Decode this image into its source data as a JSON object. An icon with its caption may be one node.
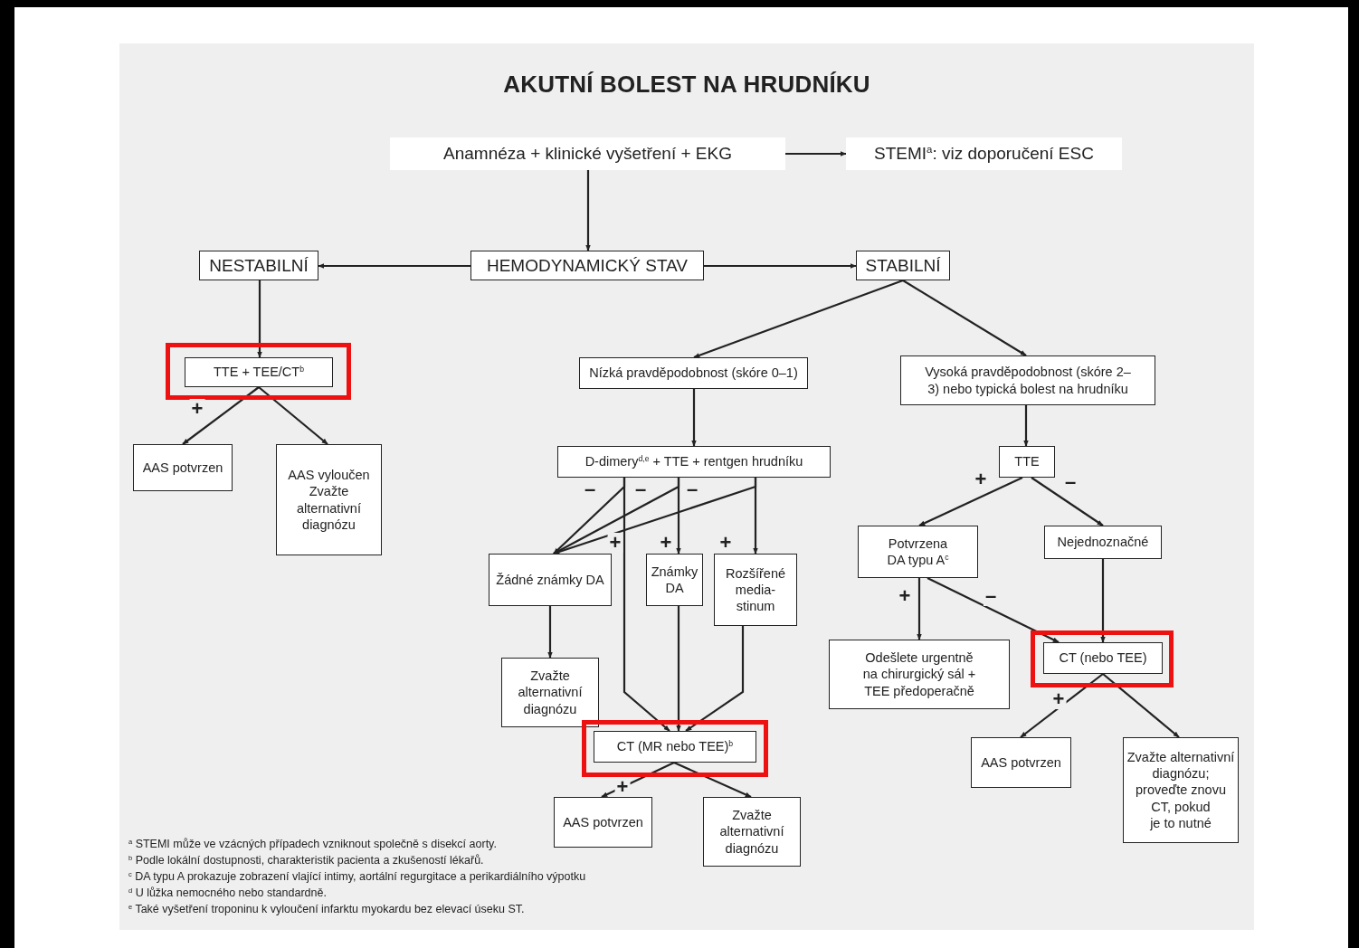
{
  "diagram": {
    "title": "AKUTNÍ BOLEST NA HRUDNÍKU",
    "nodes": [
      {
        "text": [
          "Anamnéza + klinické vyšetření + EKG"
        ]
      },
      {
        "text": [
          "STEMI$^{a}$: viz doporučení ESC"
        ]
      },
      {
        "text": [
          "NESTABILNÍ"
        ]
      },
      {
        "text": [
          "HEMODYNAMICKÝ STAV"
        ]
      },
      {
        "text": [
          "STABILNÍ"
        ]
      },
      {
        "text": [],
        "shape": "box"
      },
      {
        "text": [
          "TTE + TEE/CT$^{b}$"
        ],
        "in": 5
      },
      {
        "text": [
          "Nízká pravděpodobnost (skóre 0–1)"
        ]
      },
      {
        "text": [
          "Vysoká pravděpodobnost (skóre 2–3) nebo typická bolest na hrudníku"
        ]
      },
      {
        "text": [
          "AAS potvrzen"
        ]
      },
      {
        "text": [
          "AAS vyloučen",
          "Zvažte alternativní diagnózu"
        ]
      },
      {
        "text": [
          "D-dimery$^{d,e}$ + TTE + rentgen hrudníku"
        ]
      },
      {
        "text": [
          "TTE"
        ]
      },
      {
        "text": [
          "Žádné známky DA"
        ]
      },
      {
        "text": [
          "Známky DA"
        ]
      },
      {
        "text": [
          "Rozšířené media- stinum"
        ]
      },
      {
        "text": [
          "Potvrzena DA typu A$^{c}$"
        ]
      },
      {
        "text": [
          "Nejednoznačné"
        ]
      },
      {
        "text": [
          "Zvažte alternativní diagnózu"
        ]
      },
      {
        "text": [],
        "shape": "box"
      },
      {
        "text": [
          "CT (MR nebo TEE)$^{b}$"
        ],
        "in": 19
      },
      {
        "text": [
          "Odešlete urgentně na chirurgický sál + TEE předoperačně"
        ]
      },
      {
        "text": [],
        "shape": "box"
      },
      {
        "text": [
          "CT (nebo TEE)"
        ],
        "in": 22
      },
      {
        "text": [
          "AAS potvrzen"
        ]
      },
      {
        "text": [
          "Zvažte alternativní diagnózu"
        ]
      },
      {
        "text": [
          "AAS potvrzen"
        ]
      },
      {
        "text": [
          "Zvažte alternativní diagnózu; proveďte znovu CT, pokud je to nutné"
        ]
      }
    ],
    "edges": [
      {
        "from": 0,
        "to": 1,
        "arrow": "to"
      },
      {
        "from": 0,
        "to": 3,
        "arrow": "to"
      },
      {
        "from": 3,
        "to": 2,
        "arrow": "to"
      },
      {
        "from": 3,
        "to": 4,
        "arrow": "to"
      },
      {
        "from": 2,
        "to": 6,
        "arrow": "to"
      },
      {
        "from": 4,
        "to": 7,
        "arrow": "to"
      },
      {
        "from": 4,
        "to": 8,
        "arrow": "to"
      },
      {
        "from": 6,
        "to": 9,
        "arrow": "to",
        "label": "+"
      },
      {
        "from": 6,
        "to": 10,
        "arrow": "to"
      },
      {
        "from": 7,
        "to": 11,
        "arrow": "to"
      },
      {
        "from": 8,
        "to": 12,
        "arrow": "to"
      },
      {
        "from": 11,
        "to": 13,
        "arrow": "to",
        "label": "–"
      },
      {
        "from": 11,
        "to": 13,
        "arrow": "to",
        "label": "–"
      },
      {
        "from": 11,
        "to": 13,
        "arrow": "to",
        "label": "–"
      },
      {
        "from": 11,
        "to": 20,
        "arrow": "to",
        "label": "+"
      },
      {
        "from": 11,
        "to": 14,
        "arrow": "to",
        "label": "+"
      },
      {
        "from": 11,
        "to": 15,
        "arrow": "to",
        "label": "+"
      },
      {
        "from": 13,
        "to": 18,
        "arrow": "to"
      },
      {
        "from": 14,
        "to": 20,
        "arrow": "to"
      },
      {
        "from": 15,
        "to": 20,
        "arrow": "to"
      },
      {
        "from": 12,
        "to": 16,
        "arrow": "to",
        "label": "+"
      },
      {
        "from": 12,
        "to": 17,
        "arrow": "to",
        "label": "–"
      },
      {
        "from": 16,
        "to": 21,
        "arrow": "to",
        "label": "+"
      },
      {
        "from": 16,
        "to": 23,
        "arrow": "to",
        "label": "–"
      },
      {
        "from": 17,
        "to": 23,
        "arrow": "to"
      },
      {
        "from": 20,
        "to": 24,
        "arrow": "to",
        "label": "+"
      },
      {
        "from": 20,
        "to": 25,
        "arrow": "to"
      },
      {
        "from": 23,
        "to": 26,
        "arrow": "to",
        "label": "+"
      },
      {
        "from": 23,
        "to": 27,
        "arrow": "to"
      }
    ],
    "labels": [
      "$^{a}$ STEMI může ve vzácných případech vzniknout společně s disekcí aorty.",
      "$^{b}$ Podle lokální dostupnosti, charakteristik pacienta a zkušeností lékařů.",
      "$^{c}$ DA typu A prokazuje zobrazení vlající intimy, aortální regurgitace a perikardiálního výpotku",
      "$^{d}$ U lůžka nemocného nebo standardně.",
      "$^{e}$ Také vyšetření troponinu k vyloučení infarktu myokardu bez elevací úseku ST."
    ]
  }
}
